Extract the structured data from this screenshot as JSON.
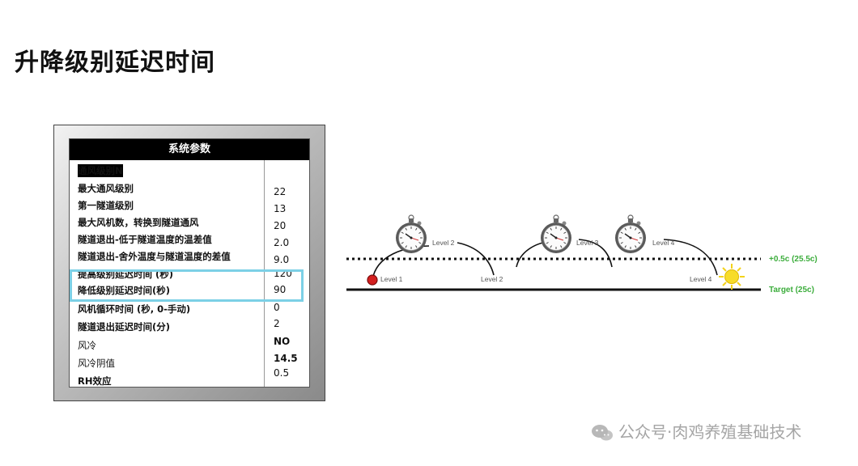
{
  "page": {
    "title": "升降级别延迟时间"
  },
  "panel": {
    "header": "系统参数",
    "rows": [
      {
        "label": "通风级别N",
        "value": ""
      },
      {
        "label": "最大通风级别",
        "value": "22"
      },
      {
        "label": "第一隧道级别",
        "value": "13"
      },
      {
        "label": "最大风机数，转换到隧道通风",
        "value": "20"
      },
      {
        "label": "隧道退出-低于隧道温度的温差值",
        "value": "2.0"
      },
      {
        "label": "隧道退出-舍外温度与隧道温度的差值",
        "value": "9.0"
      },
      {
        "label": "提高级别延迟时间 (秒)",
        "value": "120"
      },
      {
        "label": "降低级别延迟时间(秒)",
        "value": "90"
      },
      {
        "label": "风机循环时间 (秒, 0-手动)",
        "value": "0"
      },
      {
        "label": "隧道退出延迟时间(分)",
        "value": "2"
      },
      {
        "label": "风冷",
        "value": "NO"
      },
      {
        "label": "风冷阴值",
        "value": "14.5"
      },
      {
        "label": "RH效应",
        "value": "0.5"
      }
    ]
  },
  "diagram": {
    "upper_line_label": "+0.5c (25.5c)",
    "target_line_label": "Target (25c)",
    "labels": {
      "level1_bottom": "Level 1",
      "level2_top": "Level 2",
      "level2_bottom": "Level 2",
      "level3_top": "Level 3",
      "level4_top": "Level 4",
      "level4_bottom": "Level 4"
    },
    "colors": {
      "green": "#3cad3c",
      "marker": "#d42020",
      "sun": "#f3d21a"
    },
    "icons": [
      "stopwatch-icon",
      "sun-icon",
      "red-dot-marker"
    ]
  },
  "watermark": {
    "text": "公众号·肉鸡养殖基础技术"
  }
}
